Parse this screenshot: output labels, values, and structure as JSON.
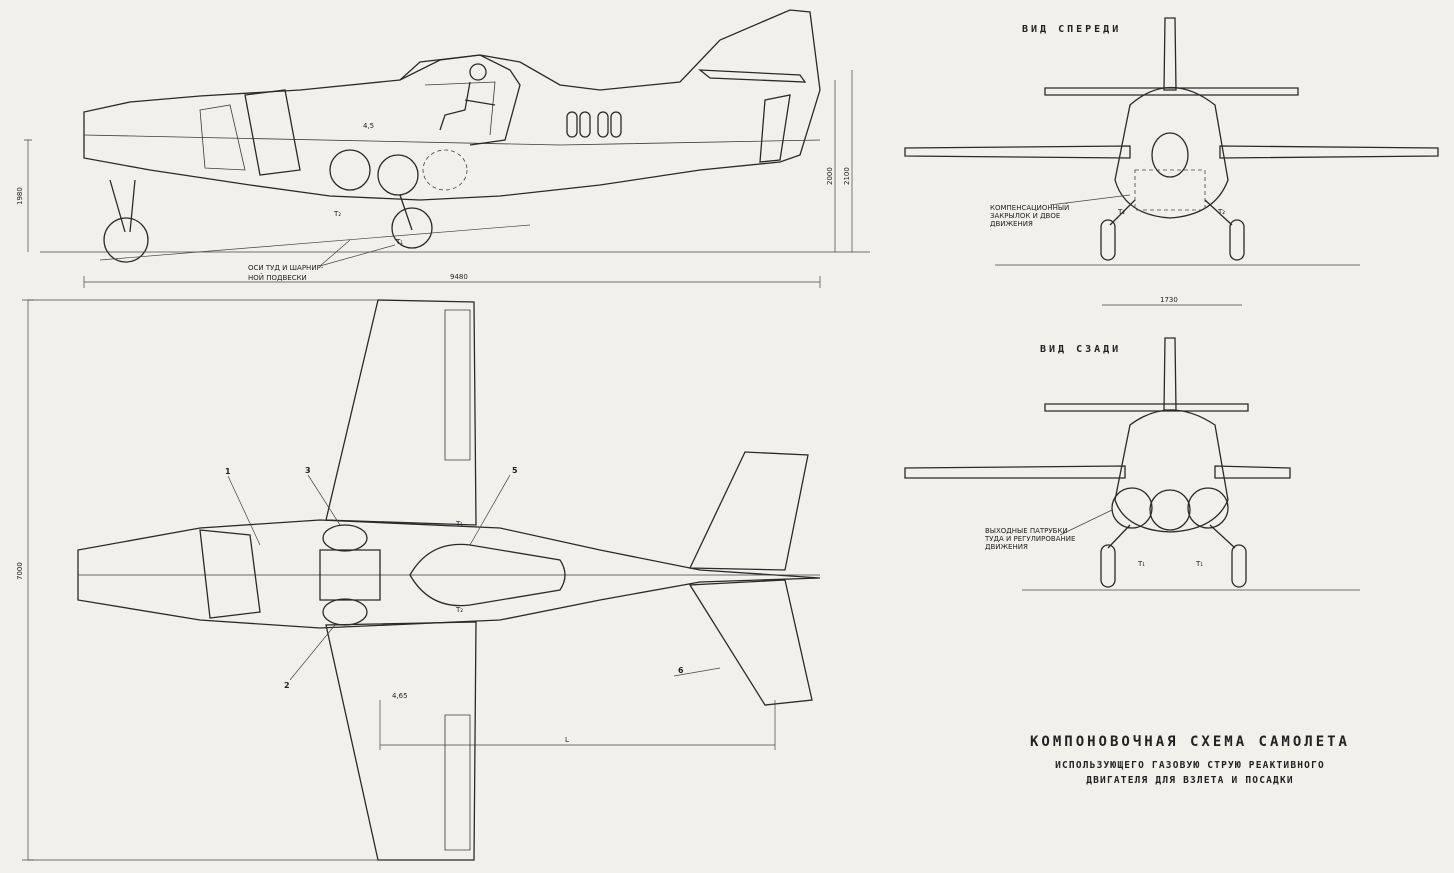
{
  "title": {
    "main": "КОМПОНОВОЧНАЯ СХЕМА САМОЛЕТА",
    "line1": "ИСПОЛЬЗУЮЩЕГО ГАЗОВУЮ СТРУЮ РЕАКТИВНОГО",
    "line2": "ДВИГАТЕЛЯ ДЛЯ ВЗЛЕТА И ПОСАДКИ"
  },
  "views": {
    "front": "ВИД СПЕРЕДИ",
    "rear": "ВИД СЗАДИ"
  },
  "dimensions": {
    "length": "9480",
    "height_left": "1980",
    "height_right_a": "2000",
    "height_right_b": "2100",
    "span": "7000",
    "track": "1730",
    "angle": "4,5",
    "mid": "4,65",
    "wing_l": "L"
  },
  "callouts": {
    "side_note_1": "ОСИ ТУД И ШАРНИР-",
    "side_note_2": "НОЙ ПОДВЕСКИ",
    "front_note_1": "КОМПЕНСАЦИОННЫЙ",
    "front_note_2": "ЗАКРЫЛОК И ДВОЕ",
    "front_note_3": "ДВИЖЕНИЯ",
    "rear_note_1": "ВЫХОДНЫЕ ПАТРУБКИ",
    "rear_note_2": "ТУДА И РЕГУЛИРОВАНИЕ",
    "rear_note_3": "ДВИЖЕНИЯ"
  },
  "markers": {
    "t1": "T₁",
    "t2": "T₂",
    "n1": "1",
    "n2": "2",
    "n3": "3",
    "n5": "5",
    "n6": "6"
  }
}
